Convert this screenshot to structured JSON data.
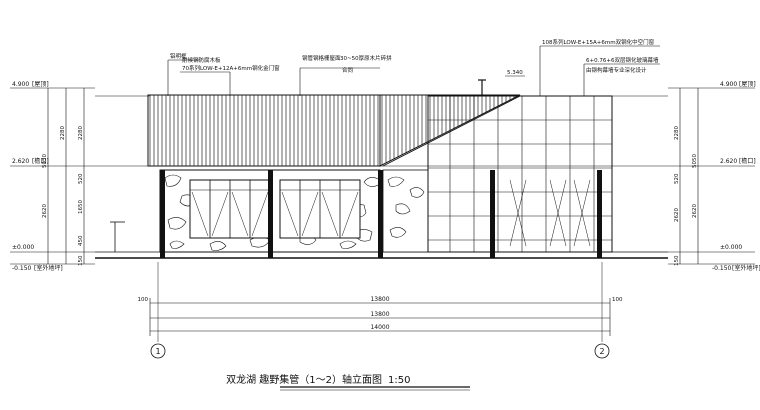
{
  "title": "双龙湖 趣野集管（1～2）轴立面图",
  "scale": "1:50",
  "levels": {
    "left": [
      {
        "value": "4.900",
        "tag": "[屋顶]"
      },
      {
        "value": "2.620",
        "tag": "[檐口]"
      },
      {
        "value": "±0.000",
        "tag": ""
      },
      {
        "value": "-0.150",
        "tag": "[室外地坪]"
      }
    ],
    "right": [
      {
        "value": "4.900",
        "tag": "[屋顶]"
      },
      {
        "value": "2.620",
        "tag": "[檐口]"
      },
      {
        "value": "±0.000",
        "tag": ""
      },
      {
        "value": "-0.150",
        "tag": "[室外地坪]"
      }
    ]
  },
  "segments": {
    "left": [
      "2280",
      "520",
      "1650",
      "450",
      "150"
    ],
    "left_total": [
      "5050",
      "2620"
    ],
    "right": [
      "2280",
      "520",
      "2620",
      "150"
    ],
    "right_total": [
      "5050",
      "2620"
    ]
  },
  "annotations": [
    {
      "id": "a1",
      "text": "铝明框"
    },
    {
      "id": "a2",
      "text": "70系列LOW-E+12A+6mm钢化金门窗"
    },
    {
      "id": "a3",
      "text": "耐候钢防腐木板"
    },
    {
      "id": "a4",
      "text": "钢管钢格栅屋面"
    },
    {
      "id": "a5",
      "text": "30~50厚原木片碎拼"
    },
    {
      "id": "a6",
      "text": "合同"
    },
    {
      "id": "a7",
      "text": "108系列LOW-E+15A+6mm双钢化中空门窗"
    },
    {
      "id": "a8",
      "text": "6+0.76+6双层钢化玻璃幕墙"
    },
    {
      "id": "a9",
      "text": "由钢构幕墙专业深化设计"
    },
    {
      "id": "a10",
      "text": "5.340"
    }
  ],
  "dimensions": {
    "top": "13800",
    "mid": "13800",
    "bottom": "14000",
    "left_offset": "100",
    "right_offset": "100"
  },
  "axes": [
    {
      "label": "1"
    },
    {
      "label": "2"
    }
  ]
}
